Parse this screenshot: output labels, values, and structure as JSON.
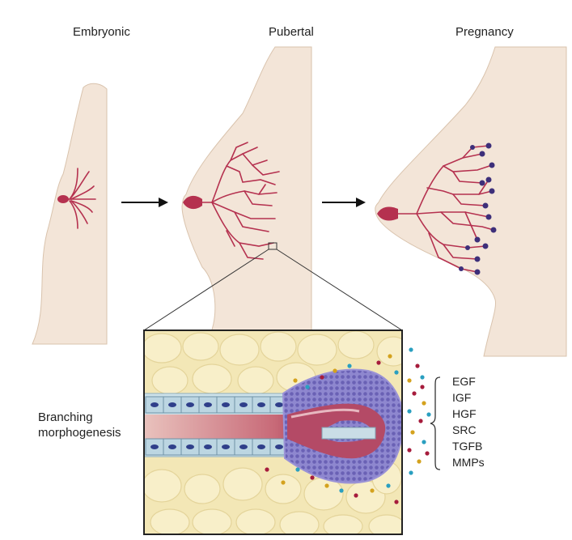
{
  "stages": [
    {
      "id": "embryonic",
      "label": "Embryonic"
    },
    {
      "id": "pubertal",
      "label": "Pubertal"
    },
    {
      "id": "pregnancy",
      "label": "Pregnancy"
    }
  ],
  "process": {
    "line1": "Branching",
    "line2": "morphogenesis"
  },
  "factors": [
    "EGF",
    "IGF",
    "HGF",
    "SRC",
    "TGFB",
    "MMPs"
  ],
  "colors": {
    "skin": "#f3e5d8",
    "skin_outline": "#d9c3ad",
    "duct": "#b5314f",
    "bud": "#3d2f7a",
    "fat_cell": "#f7eec4",
    "tbud": "#7c73c2"
  },
  "icons": [
    "arrow-right-icon",
    "bracket-icon"
  ]
}
